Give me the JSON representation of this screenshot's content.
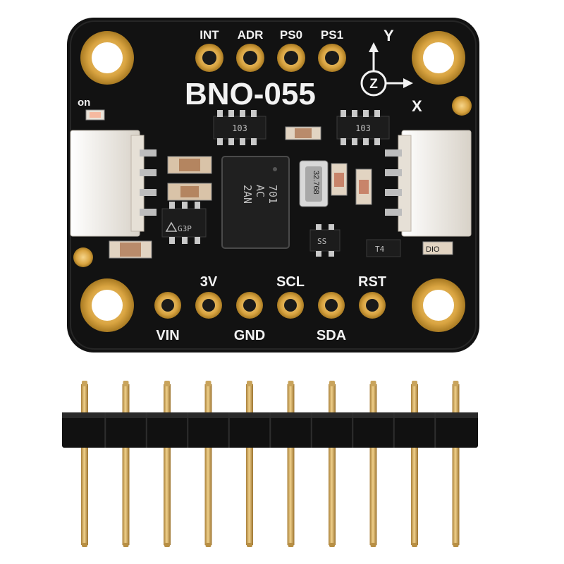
{
  "board": {
    "title": "BNO-055",
    "top_pins": [
      "INT",
      "ADR",
      "PS0",
      "PS1"
    ],
    "bottom_labels_upper": [
      "3V",
      "SCL",
      "RST"
    ],
    "bottom_labels_lower": [
      "VIN",
      "GND",
      "SDA"
    ],
    "led_label": "on",
    "axis": {
      "y": "Y",
      "x": "X",
      "z": "Z"
    },
    "chip_marking": {
      "line1": "701",
      "line2": "AC",
      "line3": "2AN"
    },
    "resistor_marking": "103",
    "crystal_marking": "32.768",
    "regulator_marking": "G3P",
    "transistor_left_marking": "SS",
    "transistor_right_marking": "T4",
    "small_chip_marking": "DIO"
  },
  "header": {
    "pin_count": 10
  },
  "colors": {
    "pcb": "#121212",
    "gold": "#d9a441",
    "silkscreen": "#f2f2f2",
    "connector": "#efeae3",
    "header_plastic": "#111111"
  }
}
